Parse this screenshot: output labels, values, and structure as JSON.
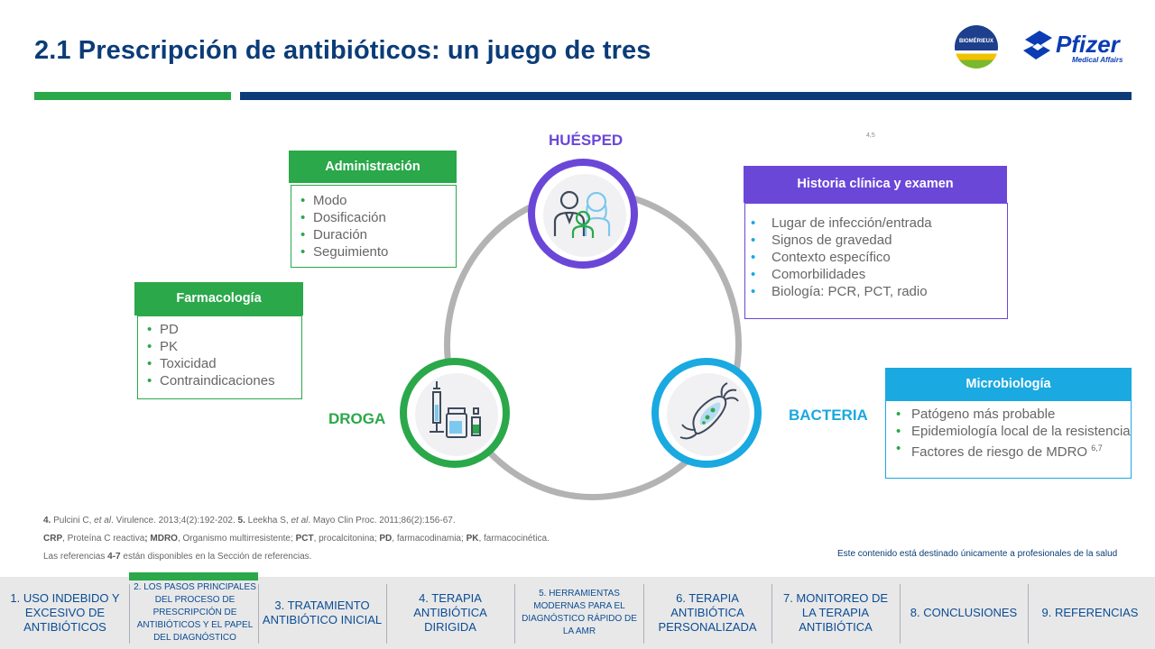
{
  "title": "2.1 Prescripción de antibióticos: un juego de tres",
  "logos": {
    "biomerieux": "BIOMÉRIEUX",
    "pfizer": "Pfizer",
    "pfizer_sub": "Medical Affairs"
  },
  "triangle": {
    "host": "HUÉSPED",
    "drug": "DROGA",
    "bacteria": "BACTERIA",
    "ref": "4,5"
  },
  "boxes": {
    "administracion": {
      "title": "Administración",
      "items": [
        "Modo",
        "Dosificación",
        "Duración",
        "Seguimiento"
      ]
    },
    "farmacologia": {
      "title": "Farmacología",
      "items": [
        "PD",
        "PK",
        "Toxicidad",
        "Contraindicaciones"
      ]
    },
    "historia": {
      "title": "Historia clínica y examen",
      "items": [
        "Lugar de infección/entrada",
        "Signos de gravedad",
        "Contexto específico",
        "Comorbilidades",
        "Biología: PCR, PCT, radio"
      ]
    },
    "microbiologia": {
      "title": "Microbiología",
      "items": [
        "Patógeno más probable",
        "Epidemiología local de la resistencia",
        "Factores de riesgo de MDRO"
      ],
      "ref": "6,7"
    }
  },
  "references": {
    "line1_n4": "4.",
    "line1_a": " Pulcini C, ",
    "line1_etal": "et al",
    "line1_b": ". Virulence. 2013;4(2):192-202. ",
    "line1_n5": "5.",
    "line1_c": " Leekha S, ",
    "line1_etal2": "et al",
    "line1_d": ". Mayo Clin Proc. 2011;86(2):156-67.",
    "line2": [
      {
        "bold": "CRP",
        "text": ", Proteína C reactiva"
      },
      {
        "bold": "; MDRO",
        "text": ", Organismo multirresistente; "
      },
      {
        "bold": "PCT",
        "text": ", procalcitonina; "
      },
      {
        "bold": "PD",
        "text": ", farmacodinamia; "
      },
      {
        "bold": "PK",
        "text": ", farmacocinética."
      }
    ],
    "line3_a": "Las referencias ",
    "line3_b": "4-7",
    "line3_c": " están disponibles en la Sección de referencias."
  },
  "disclaimer": "Este contenido está destinado únicamente a profesionales de la salud",
  "nav": [
    "1. USO INDEBIDO Y EXCESIVO DE ANTIBIÓTICOS",
    "2. LOS PASOS PRINCIPALES DEL PROCESO DE PRESCRIPCIÓN DE ANTIBIÓTICOS Y EL PAPEL DEL DIAGNÓSTICO",
    "3. TRATAMIENTO ANTIBIÓTICO INICIAL",
    "4. TERAPIA ANTIBIÓTICA DIRIGIDA",
    "5. HERRAMIENTAS MODERNAS PARA EL DIAGNÓSTICO RÁPIDO DE LA AMR",
    "6. TERAPIA ANTIBIÓTICA PERSONALIZADA",
    "7. MONITOREO DE LA TERAPIA ANTIBIÓTICA",
    "8. CONCLUSIONES",
    "9. REFERENCIAS"
  ],
  "active_nav_index": 1,
  "colors": {
    "navy": "#0b3c78",
    "green": "#2aa84a",
    "purple": "#6b47d8",
    "cyan": "#1aa9e0"
  },
  "icons": {
    "host": "family-icon",
    "drug": "medication-icon",
    "bacteria": "bacterium-icon"
  }
}
